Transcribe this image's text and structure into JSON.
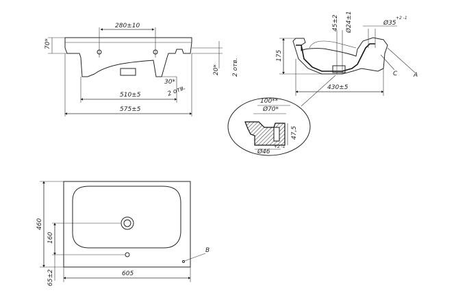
{
  "front_view": {
    "dim_hole_spacing": "280±10",
    "dim_height": "70*",
    "dim_mount_width": "510±5",
    "dim_overall_width": "575±5",
    "dim_angle": "30*",
    "dim_holes_count": "2 отв.",
    "dim_side_height": "20*",
    "dim_side_holes": "2 отв."
  },
  "side_view": {
    "dim_top1": "45±2",
    "dim_top2": "Ø24±1",
    "dim_top3": "Ø35",
    "dim_top3_tol": "+2\n-1",
    "dim_height": "175",
    "dim_depth": "430±5",
    "label_c": "C",
    "label_a": "A"
  },
  "detail_view": {
    "dim_top": "100**",
    "dim_dia": "Ø70*",
    "dim_height": "47,5",
    "dim_drain": "Ø46",
    "dim_drain_tol": "+2\n-1"
  },
  "top_view": {
    "dim_depth": "460",
    "dim_drain_offset": "160",
    "dim_edge": "65±2",
    "dim_width": "605",
    "label_b": "B"
  }
}
